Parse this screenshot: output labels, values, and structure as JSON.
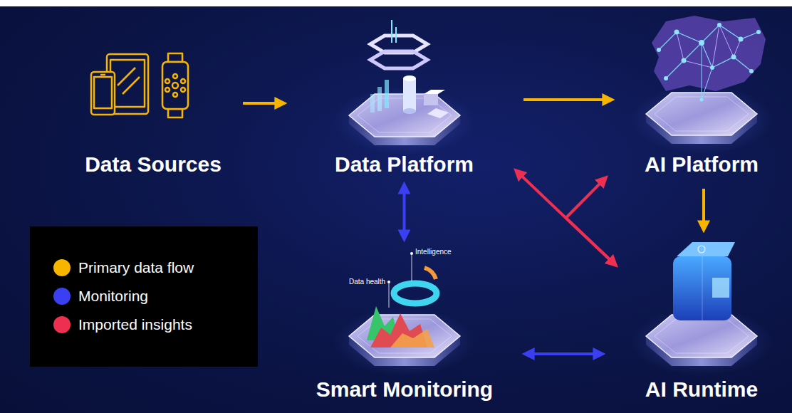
{
  "diagram": {
    "nodes": [
      {
        "text": [
          "Data Sources"
        ]
      },
      {
        "text": [
          "Data Platform"
        ]
      },
      {
        "text": [
          "AI Platform"
        ]
      },
      {
        "text": [
          "Smart Monitoring"
        ]
      },
      {
        "text": [
          "AI Runtime"
        ]
      }
    ],
    "edges": [
      {
        "from": 0,
        "to": 1,
        "arrow": "to"
      },
      {
        "from": 1,
        "to": 2,
        "arrow": "to"
      },
      {
        "from": 2,
        "to": 4,
        "arrow": "to"
      },
      {
        "from": 1,
        "to": 3,
        "arrow": "both"
      },
      {
        "from": 3,
        "to": 4,
        "arrow": "both"
      },
      {
        "from": 1,
        "to": 4,
        "arrow": "both"
      },
      {
        "from": 4,
        "to": 2,
        "arrow": "to"
      }
    ],
    "labels": [
      "Intelligence",
      "Data health"
    ],
    "legend": [
      {
        "text": "Primary data flow",
        "color": "#f7b500"
      },
      {
        "text": "Monitoring",
        "color": "#3b3ff2"
      },
      {
        "text": "Imported insights",
        "color": "#ef2f52"
      }
    ]
  }
}
